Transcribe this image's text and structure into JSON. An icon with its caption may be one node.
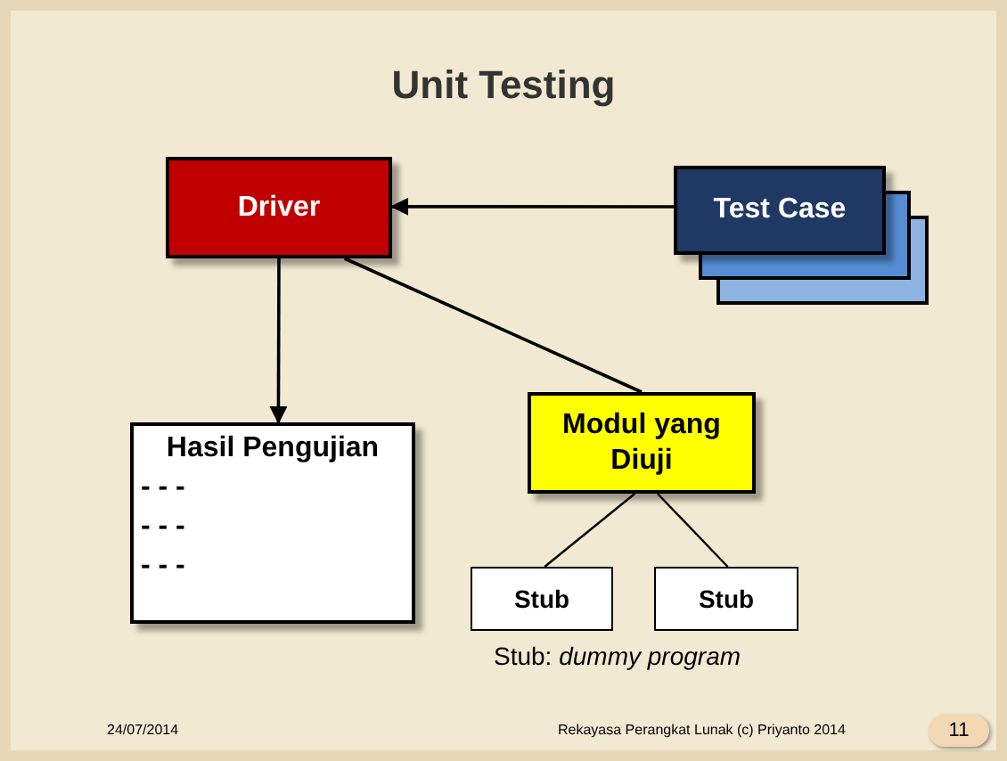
{
  "diagram": {
    "title": "Unit Testing",
    "nodes": [
      {
        "text": [
          "Driver"
        ]
      },
      {
        "text": [
          "Test Case"
        ]
      },
      {
        "text": [
          "Hasil Pengujian",
          "- - -",
          "- - -",
          "- - -"
        ]
      },
      {
        "text": [
          "Modul yang Diuji"
        ]
      },
      {
        "text": [
          "Stub"
        ]
      },
      {
        "text": [
          "Stub"
        ]
      }
    ],
    "edges": [
      {
        "from": 1,
        "to": 0,
        "arrow": "to"
      },
      {
        "from": 0,
        "to": 2,
        "arrow": "to"
      },
      {
        "from": 0,
        "to": 3,
        "arrow": "none"
      },
      {
        "from": 3,
        "to": 4,
        "arrow": "none"
      },
      {
        "from": 3,
        "to": 5,
        "arrow": "none"
      }
    ],
    "labels": [
      "Stub: *dummy program*",
      "24/07/2014",
      "Rekayasa Perangkat Lunak (c) Priyanto 2014",
      "11"
    ]
  }
}
